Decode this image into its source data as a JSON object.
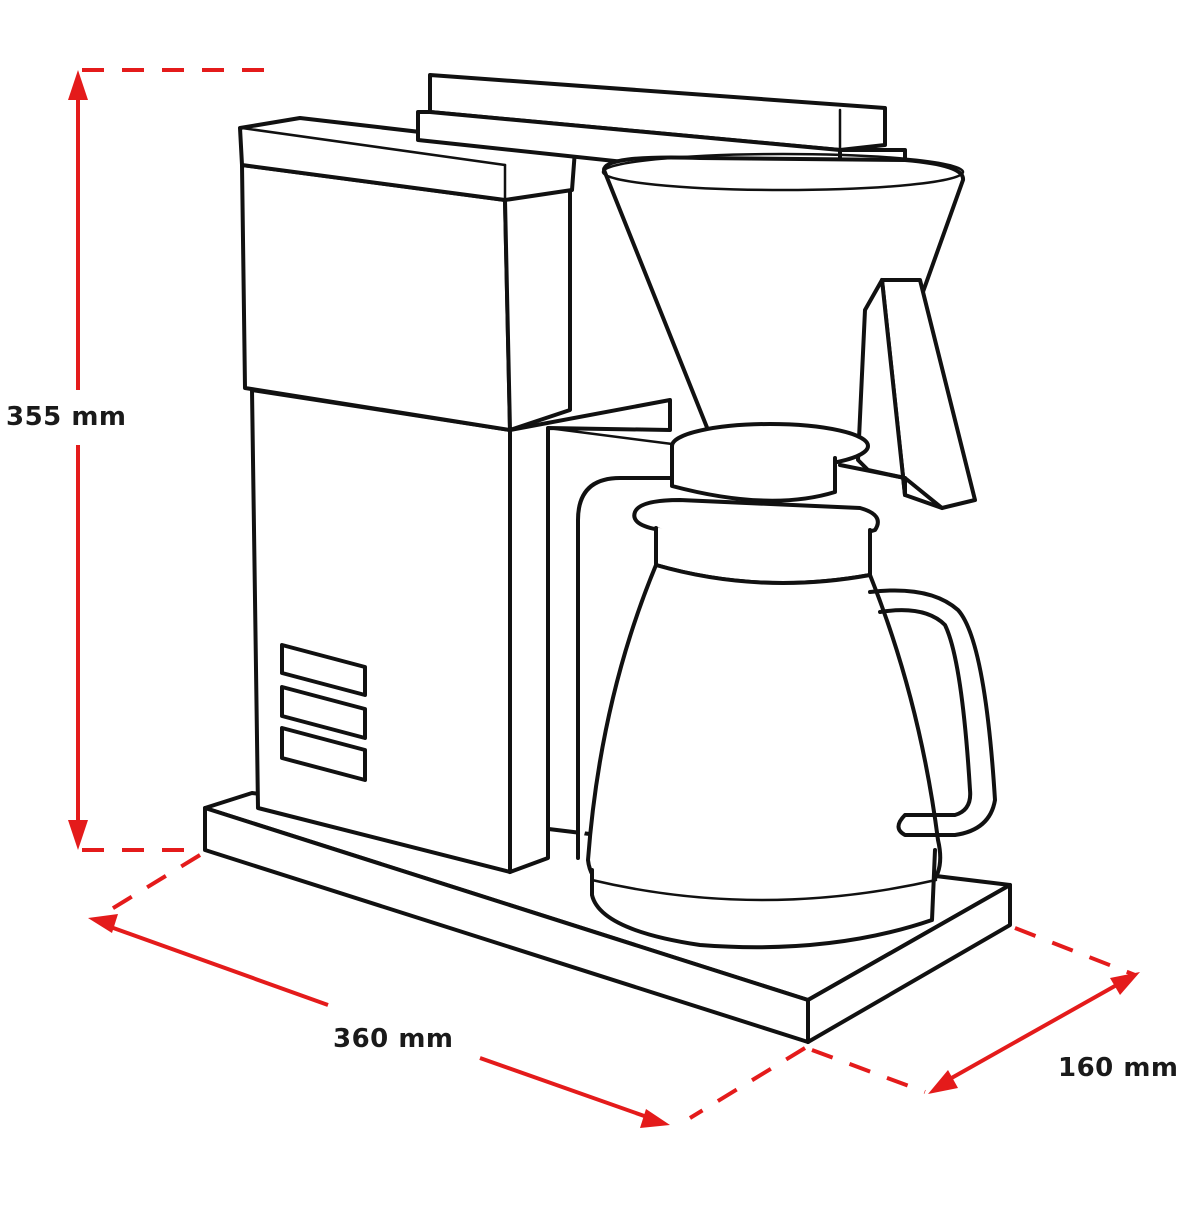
{
  "diagram": {
    "subject": "Filter coffee maker with carafe",
    "style": "black line drawing with red dimension lines",
    "colors": {
      "ink": "#111111",
      "dimension": "#e41b1b",
      "background": "#ffffff"
    },
    "dimensions": {
      "height": {
        "label": "355 mm",
        "axis": "vertical"
      },
      "width": {
        "label": "360 mm",
        "axis": "front-left"
      },
      "depth": {
        "label": "160 mm",
        "axis": "front-right"
      }
    },
    "parts": [
      "water-tank-lid",
      "water-tank",
      "housing-column",
      "control-panel-slots",
      "swing-arm-top",
      "filter-funnel",
      "funnel-handle",
      "carafe-lid",
      "carafe",
      "carafe-handle",
      "base-plate"
    ]
  }
}
